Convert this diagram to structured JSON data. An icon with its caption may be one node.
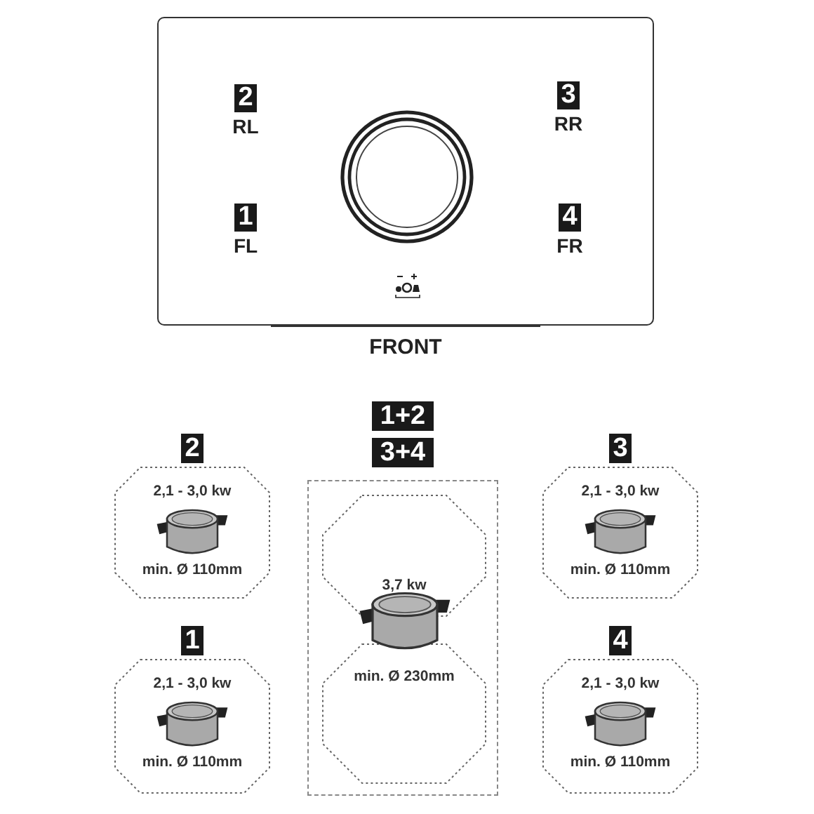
{
  "diagram": {
    "nodes": [
      {
        "text": [
          "FRONT"
        ]
      },
      {
        "text": [
          "2"
        ],
        "beside": [
          "RL"
        ],
        "in": 0
      },
      {
        "text": [
          "3"
        ],
        "beside": [
          "RR"
        ],
        "in": 0
      },
      {
        "text": [
          "1"
        ],
        "beside": [
          "FL"
        ],
        "in": 0
      },
      {
        "text": [
          "4"
        ],
        "beside": [
          "FR"
        ],
        "in": 0
      },
      {
        "text": [
          "2"
        ]
      },
      {
        "text": [
          "1+2"
        ]
      },
      {
        "text": [
          "3+4"
        ]
      },
      {
        "text": [
          "3"
        ]
      },
      {
        "text": [
          "2,1 - 3,0 kw",
          "min. Ø 110mm"
        ]
      },
      {
        "text": [],
        "shape": "box"
      },
      {
        "text": [
          "3,7 kw"
        ],
        "in": 10
      },
      {
        "text": [
          "min. Ø 230mm"
        ],
        "in": 10
      },
      {
        "text": [
          "2,1 - 3,0 kw",
          "min. Ø 110mm"
        ]
      },
      {
        "text": [
          "1"
        ]
      },
      {
        "text": [
          "4"
        ]
      },
      {
        "text": [
          "2,1 - 3,0 kw",
          "min. Ø 110mm"
        ]
      },
      {
        "text": [
          "2,1 - 3,0 kw",
          "min. Ø 110mm"
        ]
      }
    ]
  }
}
